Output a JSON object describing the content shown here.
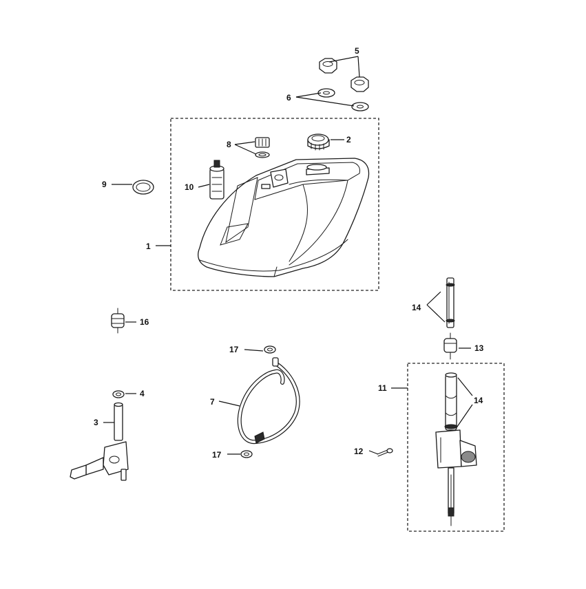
{
  "callouts": {
    "c1": "1",
    "c2": "2",
    "c3": "3",
    "c4": "4",
    "c5": "5",
    "c6": "6",
    "c7": "7",
    "c8": "8",
    "c9": "9",
    "c10": "10",
    "c11": "11",
    "c12": "12",
    "c13": "13",
    "c14a": "14",
    "c14b": "14",
    "c16": "16",
    "c17a": "17",
    "c17b": "17"
  }
}
